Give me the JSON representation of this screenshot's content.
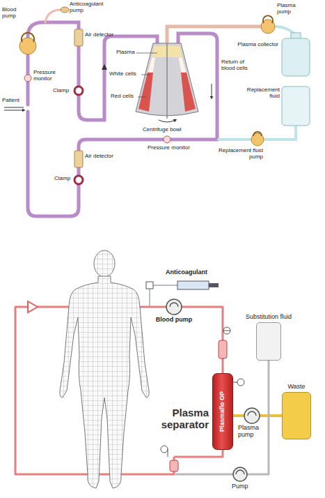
{
  "diagram": {
    "nodes": [
      {
        "text": [
          "Plasma separator",
          "Plasmaflo OP"
        ]
      },
      {
        "text": [
          "Waste"
        ]
      },
      {
        "text": [
          "Substitution fluid"
        ]
      }
    ],
    "edges": [
      {
        "from": 0,
        "to": 1,
        "arrow": "none"
      }
    ],
    "labels": [
      "Anticoagulant pump",
      "Blood pump",
      "Air detector",
      "Pressure monitor",
      "Clamp",
      "Patient",
      "Plasma",
      "White cells",
      "Red cells",
      "Centrifuge bowl",
      "Return of blood cells",
      "Plasma pump",
      "Plasma collector",
      "Replacement fluid",
      "Replacement fluid pump",
      "Air detector",
      "Pressure monitor",
      "Clamp",
      "Anticoagulant",
      "Blood pump",
      "Plasma pump",
      "Pump"
    ]
  }
}
